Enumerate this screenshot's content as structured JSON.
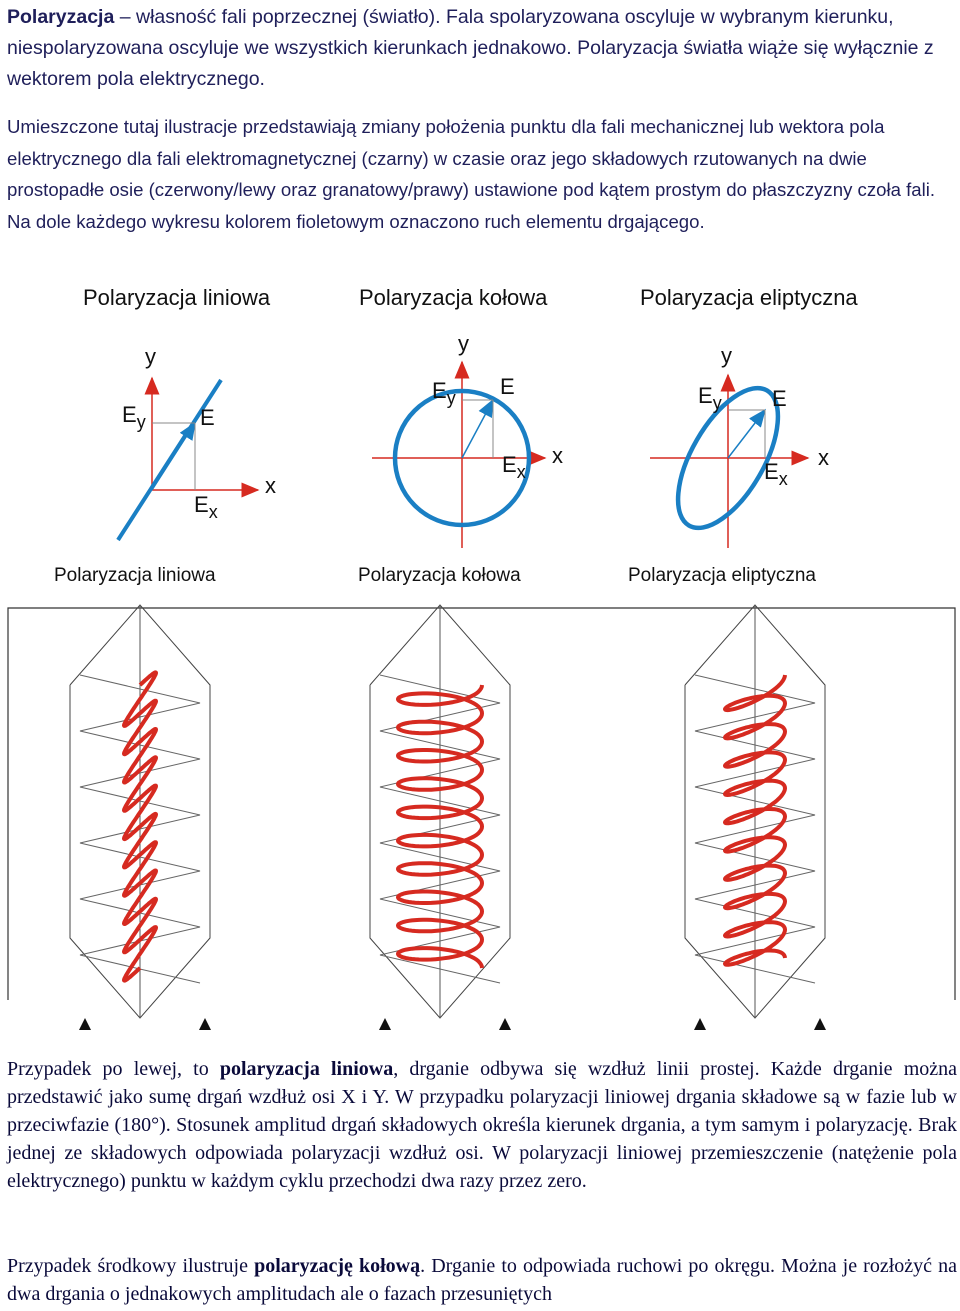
{
  "intro": {
    "term": "Polaryzacja",
    "dash": " – ",
    "text1": "własność fali poprzecznej (światło). Fala spolaryzowana oscyluje w wybranym kierunku, niespolaryzowana oscyluje we wszystkich kierunkach jednakowo. Polaryzacja światła wiąże się wyłącznie z wektorem pola elektrycznego."
  },
  "description": "Umieszczone tutaj ilustracje przedstawiają zmiany położenia punktu dla fali mechanicznej lub wektora pola elektrycznego dla fali elektromagnetycznej (czarny) w czasie oraz jego składowych rzutowanych na dwie prostopadłe osie (czerwony/lewy oraz granatowy/prawy) ustawione pod kątem prostym do płaszczyzny czoła fali. Na dole każdego wykresu kolorem fioletowym oznaczono ruch elementu drgającego.",
  "panels": [
    {
      "title": "Polaryzacja liniowa",
      "axis_y": "y",
      "axis_x": "x",
      "Ey_base": "E",
      "Ey_sub": "y",
      "E": "E",
      "Ex_base": "E",
      "Ex_sub": "x"
    },
    {
      "title": "Polaryzacja kołowa",
      "axis_y": "y",
      "axis_x": "x",
      "Ey_base": "E",
      "Ey_sub": "y",
      "E": "E",
      "Ex_base": "E",
      "Ex_sub": "x"
    },
    {
      "title": "Polaryzacja eliptyczna",
      "axis_y": "y",
      "axis_x": "x",
      "Ey_base": "E",
      "Ey_sub": "y",
      "E": "E",
      "Ex_base": "E",
      "Ex_sub": "x"
    }
  ],
  "spiral_titles": [
    "Polaryzacja liniowa",
    "Polaryzacja kołowa",
    "Polaryzacja eliptyczna"
  ],
  "para1": {
    "pre": "Przypadek po lewej, to ",
    "bold": "polaryzacja liniowa",
    "post": ", drganie odbywa się wzdłuż linii prostej. Każde drganie można przedstawić jako sumę drgań wzdłuż osi X i Y. W przypadku polaryzacji liniowej drgania składowe są w fazie lub w przeciwfazie (180°). Stosunek amplitud drgań składowych określa kierunek drgania, a tym samym i polaryzację. Brak jednej ze składowych odpowiada polaryzacji wzdłuż osi. W polaryzacji liniowej przemieszczenie (natężenie pola elektrycznego) punktu w każdym cyklu przechodzi dwa razy przez zero."
  },
  "para2": {
    "pre": "Przypadek środkowy ilustruje ",
    "bold": "polaryzację kołową",
    "post": ". Drganie to odpowiada ruchowi po okręgu. Można je rozłożyć na dwa drgania o jednakowych amplitudach ale o fazach przesuniętych"
  },
  "colors": {
    "text": "#1f1f5a",
    "blue": "#1a7fc4",
    "red": "#d62a20",
    "grey": "#888888"
  }
}
